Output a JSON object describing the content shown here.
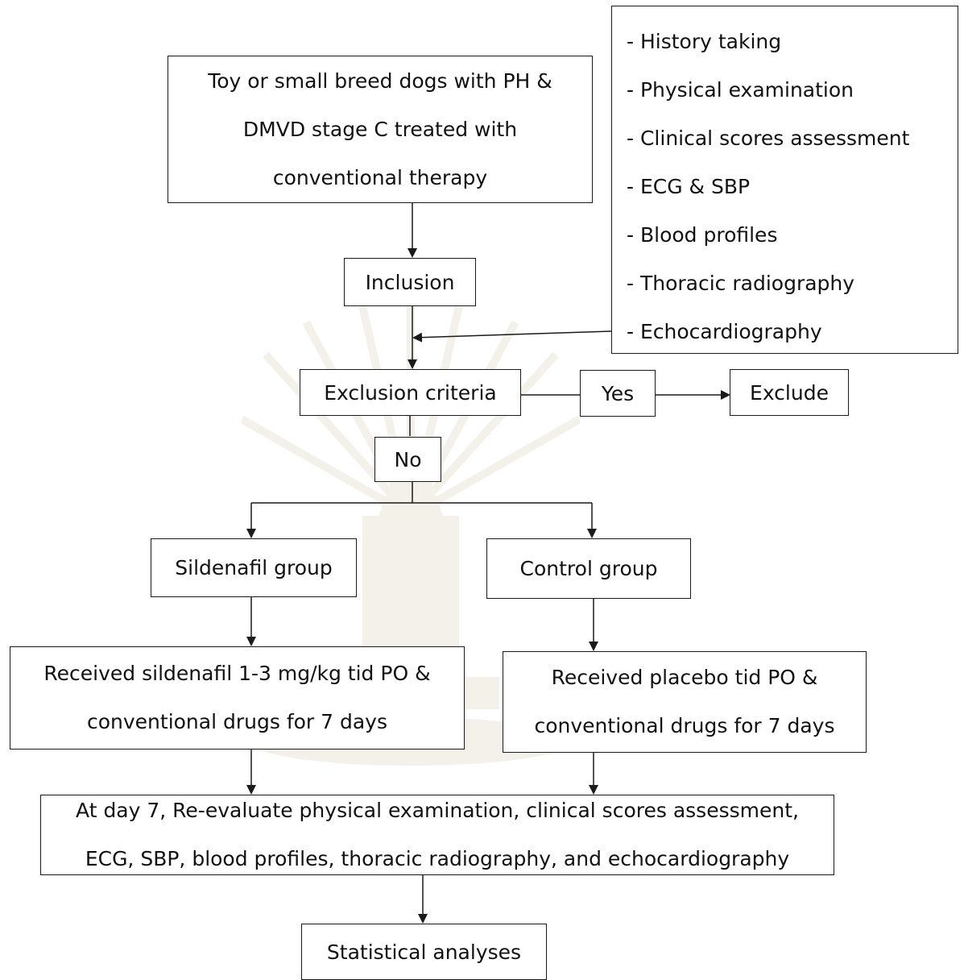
{
  "nodes": {
    "start": [
      "Toy or small breed dogs with PH &",
      "DMVD stage C treated with",
      "conventional therapy"
    ],
    "inclusion": "Inclusion",
    "exclusion": "Exclusion criteria",
    "yes": "Yes",
    "exclude": "Exclude",
    "no": "No",
    "sildenafil_group": "Sildenafil group",
    "control_group": "Control group",
    "sildenafil_treatment": [
      "Received sildenafil 1-3 mg/kg tid PO &",
      "conventional drugs for 7 days"
    ],
    "placebo_treatment": [
      "Received placebo tid PO &",
      "conventional drugs for 7 days"
    ],
    "reevaluate": [
      "At day 7, Re-evaluate physical examination, clinical scores assessment,",
      "ECG, SBP, blood profiles, thoracic radiography, and echocardiography"
    ],
    "stats": "Statistical analyses"
  },
  "assessments": [
    "- History taking",
    "- Physical examination",
    "- Clinical scores assessment",
    "- ECG & SBP",
    "- Blood profiles",
    "- Thoracic radiography",
    "- Echocardiography"
  ],
  "colors": {
    "line": "#1a1a1a",
    "watermark": "#8a6b2f"
  }
}
